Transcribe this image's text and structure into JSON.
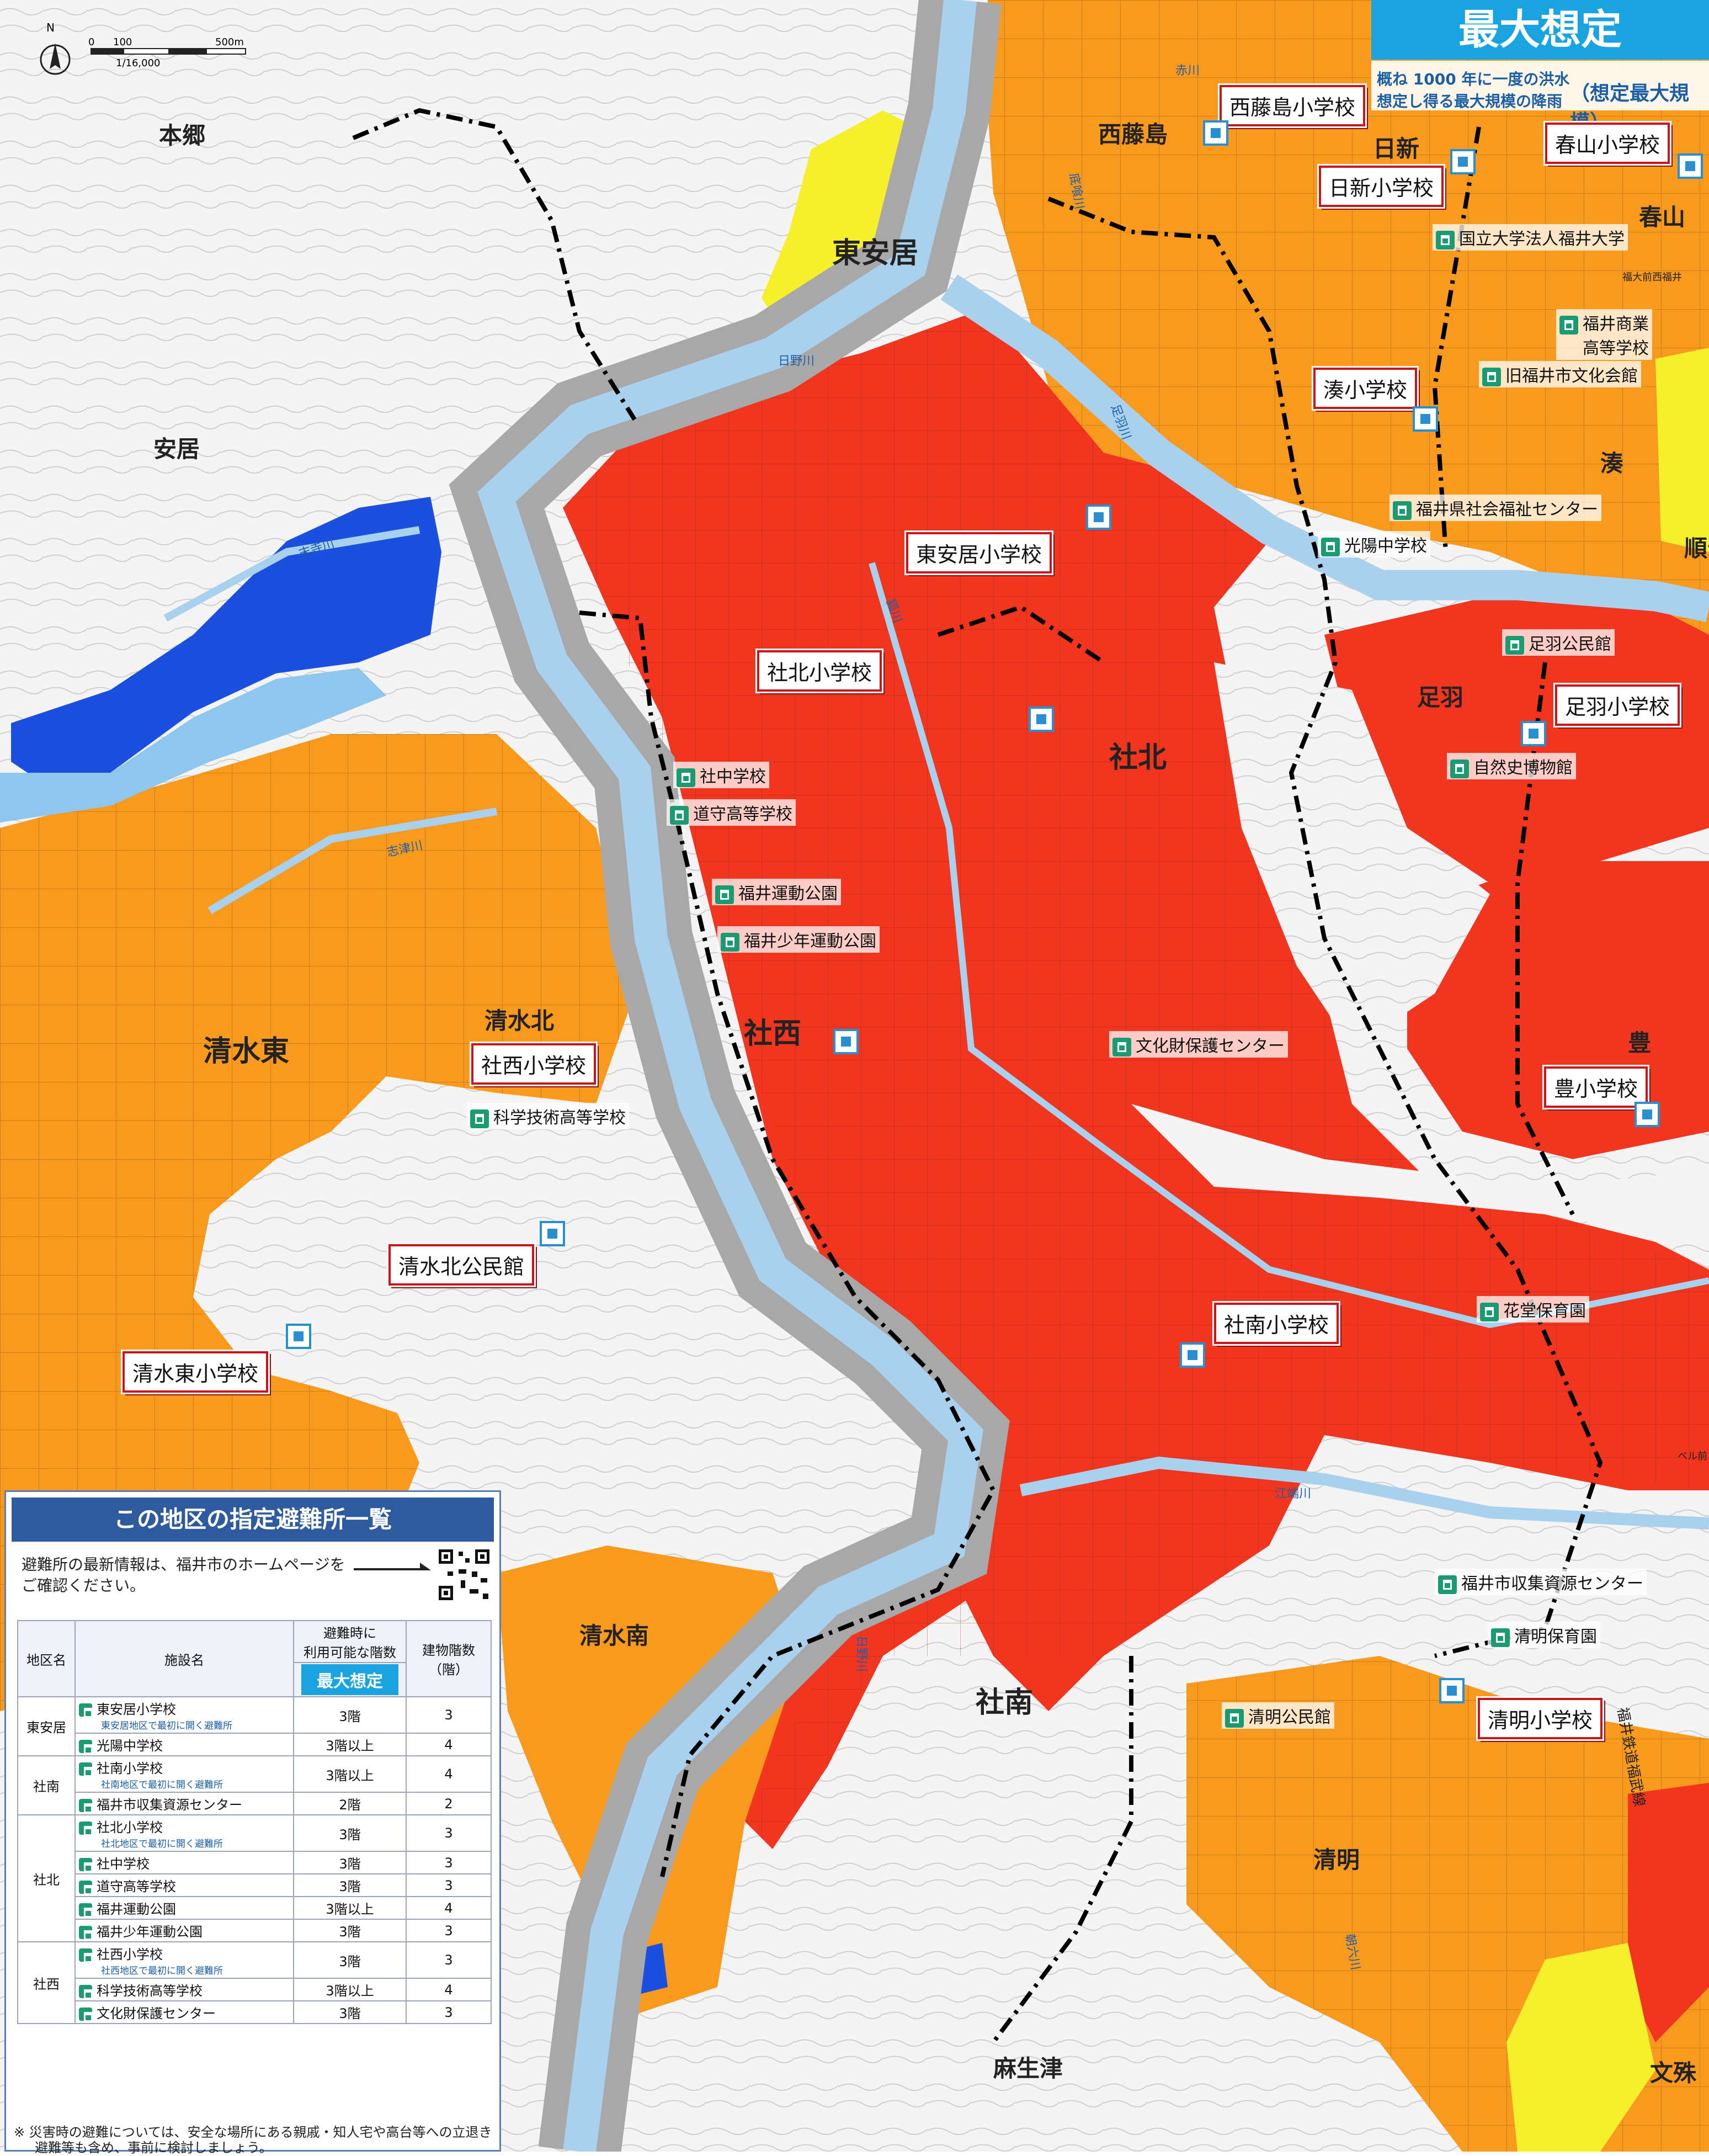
{
  "header": {
    "title": "最大想定",
    "subtitle_line1": "概ね 1000 年に一度の洪水",
    "subtitle_line2": "想定し得る最大規模の降雨",
    "subtitle_right": "（想定最大規模）"
  },
  "scale": {
    "north": "N",
    "zero": "0",
    "mid": "100",
    "end": "500m",
    "ratio": "1/16,000"
  },
  "colors": {
    "deep_red": "#f2351f",
    "orange": "#f79a1e",
    "yellow": "#f6ef2c",
    "blue": "#1a4fe0",
    "light_blue": "#8fc6ee",
    "river": "#a9d0ec",
    "riverbed": "#a8a8a8",
    "boundary": "#000000",
    "school_border": "#c8161d",
    "facility_icon": "#1a9b72",
    "panel_header": "#2e5aa0",
    "header_accent": "#19a3e0"
  },
  "areas": [
    {
      "id": "hongo",
      "name": "本郷"
    },
    {
      "id": "higashiyasui",
      "name": "東安居"
    },
    {
      "id": "yasui",
      "name": "安居"
    },
    {
      "id": "nishifujishima",
      "name": "西藤島"
    },
    {
      "id": "nisshin",
      "name": "日新"
    },
    {
      "id": "haruyama",
      "name": "春山"
    },
    {
      "id": "minato",
      "name": "湊"
    },
    {
      "id": "junka",
      "name": "順化"
    },
    {
      "id": "asuwa",
      "name": "足羽"
    },
    {
      "id": "shahoku",
      "name": "社北"
    },
    {
      "id": "shimizukita",
      "name": "清水北"
    },
    {
      "id": "shimizuhigashi",
      "name": "清水東"
    },
    {
      "id": "shasai",
      "name": "社西"
    },
    {
      "id": "yutaka",
      "name": "豊"
    },
    {
      "id": "shimizuminami",
      "name": "清水南"
    },
    {
      "id": "shanan",
      "name": "社南"
    },
    {
      "id": "seimei",
      "name": "清明"
    },
    {
      "id": "asouzu",
      "name": "麻生津"
    },
    {
      "id": "monju",
      "name": "文殊"
    }
  ],
  "rivers": [
    {
      "id": "hino",
      "name": "日野川"
    },
    {
      "id": "sue",
      "name": "末寺川"
    },
    {
      "id": "shizu",
      "name": "志津川"
    },
    {
      "id": "asuwariver",
      "name": "足羽川"
    },
    {
      "id": "kitakaba",
      "name": "狐川"
    },
    {
      "id": "akagawa",
      "name": "赤川"
    },
    {
      "id": "sokogawa",
      "name": "底喰川"
    },
    {
      "id": "ebata",
      "name": "江端川"
    },
    {
      "id": "hino2",
      "name": "日野川"
    },
    {
      "id": "asakura",
      "name": "朝六川"
    }
  ],
  "schools": [
    {
      "id": "nishifujishima-es",
      "name": "西藤島小学校"
    },
    {
      "id": "haruyama-es",
      "name": "春山小学校"
    },
    {
      "id": "nisshin-es",
      "name": "日新小学校"
    },
    {
      "id": "minato-es",
      "name": "湊小学校"
    },
    {
      "id": "higashiyasui-es",
      "name": "東安居小学校"
    },
    {
      "id": "shahoku-es",
      "name": "社北小学校"
    },
    {
      "id": "asuwa-es",
      "name": "足羽小学校"
    },
    {
      "id": "shasai-es",
      "name": "社西小学校"
    },
    {
      "id": "yutaka-es",
      "name": "豊小学校"
    },
    {
      "id": "shimizukita-cc",
      "name": "清水北公民館"
    },
    {
      "id": "shimizuhigashi-es",
      "name": "清水東小学校"
    },
    {
      "id": "shanan-es",
      "name": "社南小学校"
    },
    {
      "id": "seimei-es",
      "name": "清明小学校"
    }
  ],
  "facilities": [
    {
      "id": "fukui-univ",
      "name": "国立大学法人福井大学"
    },
    {
      "id": "fukui-commercial",
      "name_l1": "福井商業",
      "name_l2": "高等学校"
    },
    {
      "id": "old-city-hall",
      "name": "旧福井市文化会館"
    },
    {
      "id": "social-welfare",
      "name": "福井県社会福祉センター"
    },
    {
      "id": "koyo-jhs",
      "name": "光陽中学校"
    },
    {
      "id": "asuwa-cc",
      "name": "足羽公民館"
    },
    {
      "id": "natural-history",
      "name": "自然史博物館"
    },
    {
      "id": "shachu-jhs",
      "name": "社中学校"
    },
    {
      "id": "doshu-hs",
      "name": "道守高等学校"
    },
    {
      "id": "fukui-sports",
      "name": "福井運動公園"
    },
    {
      "id": "fukui-youth",
      "name": "福井少年運動公園"
    },
    {
      "id": "cultural-center",
      "name": "文化財保護センター"
    },
    {
      "id": "science-hs",
      "name": "科学技術高等学校"
    },
    {
      "id": "hanando",
      "name": "花堂保育園"
    },
    {
      "id": "recycle",
      "name": "福井市収集資源センター"
    },
    {
      "id": "seimei-nursery",
      "name": "清明保育園"
    },
    {
      "id": "seimei-cc",
      "name": "清明公民館"
    }
  ],
  "small_labels": {
    "station": "福大前西福井",
    "line": "福井鉄道福武線",
    "belle": "ベル前"
  },
  "panel": {
    "title": "この地区の指定避難所一覧",
    "note_line1": "避難所の最新情報は、福井市のホームページを",
    "note_line2": "ご確認ください。",
    "col_district": "地区名",
    "col_facility": "施設名",
    "col_floor_top1": "避難時に",
    "col_floor_top2": "利用可能な階数",
    "col_max": "最大想定",
    "col_building": "建物階数（階）",
    "groups": [
      {
        "district": "東安居",
        "rows": [
          {
            "name": "東安居小学校",
            "sub": "東安居地区で最初に開く避難所",
            "floor": "3階",
            "building": "3"
          },
          {
            "name": "光陽中学校",
            "sub": "",
            "floor": "3階以上",
            "building": "4"
          }
        ]
      },
      {
        "district": "社南",
        "rows": [
          {
            "name": "社南小学校",
            "sub": "社南地区で最初に開く避難所",
            "floor": "3階以上",
            "building": "4"
          },
          {
            "name": "福井市収集資源センター",
            "sub": "",
            "floor": "2階",
            "building": "2"
          }
        ]
      },
      {
        "district": "社北",
        "rows": [
          {
            "name": "社北小学校",
            "sub": "社北地区で最初に開く避難所",
            "floor": "3階",
            "building": "3"
          },
          {
            "name": "社中学校",
            "sub": "",
            "floor": "3階",
            "building": "3"
          },
          {
            "name": "道守高等学校",
            "sub": "",
            "floor": "3階",
            "building": "3"
          },
          {
            "name": "福井運動公園",
            "sub": "",
            "floor": "3階以上",
            "building": "4"
          },
          {
            "name": "福井少年運動公園",
            "sub": "",
            "floor": "3階",
            "building": "3"
          }
        ]
      },
      {
        "district": "社西",
        "rows": [
          {
            "name": "社西小学校",
            "sub": "社西地区で最初に開く避難所",
            "floor": "3階",
            "building": "3"
          },
          {
            "name": "科学技術高等学校",
            "sub": "",
            "floor": "3階以上",
            "building": "4"
          },
          {
            "name": "文化財保護センター",
            "sub": "",
            "floor": "3階",
            "building": "3"
          }
        ]
      }
    ],
    "footnote_line1": "※ 災害時の避難については、安全な場所にある親戚・知人宅や高台等への立退き",
    "footnote_line2": "避難等も含め、事前に検討しましょう。"
  }
}
